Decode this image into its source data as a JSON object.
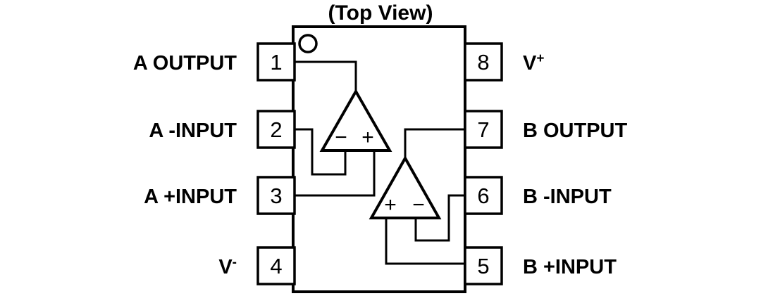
{
  "diagram": {
    "title": "(Top View)",
    "package": "8-pin dual op-amp pinout",
    "pin_one_marker": "circle-dot"
  },
  "pins": {
    "left": [
      {
        "number": "1",
        "label": "A OUTPUT",
        "sup": ""
      },
      {
        "number": "2",
        "label": "A -INPUT",
        "sup": ""
      },
      {
        "number": "3",
        "label": "A +INPUT",
        "sup": ""
      },
      {
        "number": "4",
        "label": "V",
        "sup": "-"
      }
    ],
    "right": [
      {
        "number": "8",
        "label": "V",
        "sup": "+"
      },
      {
        "number": "7",
        "label": "B OUTPUT",
        "sup": ""
      },
      {
        "number": "6",
        "label": "B -INPUT",
        "sup": ""
      },
      {
        "number": "5",
        "label": "B +INPUT",
        "sup": ""
      }
    ]
  },
  "amplifiers": [
    {
      "name": "A",
      "left_sign": "−",
      "right_sign": "+"
    },
    {
      "name": "B",
      "left_sign": "+",
      "right_sign": "−"
    }
  ],
  "colors": {
    "line": "#000000",
    "text": "#000000",
    "background": "#ffffff"
  }
}
